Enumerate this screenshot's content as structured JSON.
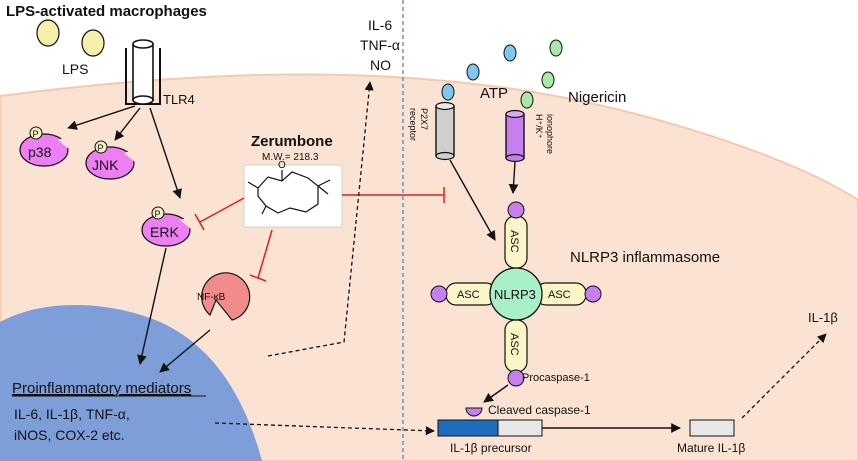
{
  "title": "LPS-activated macrophages",
  "extracellular": {
    "lps": "LPS",
    "tlr4": "TLR4",
    "cytokines": [
      "IL-6",
      "TNF-α",
      "NO"
    ],
    "atp": "ATP",
    "nigericin": "Nigericin",
    "p2x7_line1": "P2X7",
    "p2x7_line2": "receptor",
    "iono_line1": "H⁺/K⁺",
    "iono_line2": "ionophore",
    "il1b_out": "IL-1β"
  },
  "kinases": {
    "phospho": "P",
    "p38": "p38",
    "jnk": "JNK",
    "erk": "ERK",
    "nfkb": "NF-κB"
  },
  "drug": {
    "name": "Zerumbone",
    "mw": "M.W.= 218.3",
    "ketone": "O"
  },
  "inflammasome": {
    "title": "NLRP3 inflammasome",
    "core": "NLRP3",
    "asc": "ASC",
    "procaspase": "Procaspase-1",
    "cleaved": "Cleaved caspase-1",
    "precursor": "IL-1β precursor",
    "mature": "Mature IL-1β"
  },
  "nucleus": {
    "heading": "Proinflammatory mediators",
    "line1": "IL-6, IL-1β, TNF-α,",
    "line2": "iNOS, COX-2 etc."
  },
  "colors": {
    "cell": "#fbe3d3",
    "cell_edge": "#f4c9ad",
    "nucleus": "#7e9ed9",
    "kinase": "#ee7ff2",
    "nfkb": "#f28b8b",
    "lps": "#f5f1a8",
    "atp": "#7ec8ef",
    "nigericin": "#a8e8a8",
    "nlrp3": "#a8f0c8",
    "asc": "#fbf6c8",
    "caspase": "#c77ff0",
    "inhibit": "#e0201b",
    "precursor_fill": "#1f6dbf",
    "divider": "#4f86c6"
  }
}
